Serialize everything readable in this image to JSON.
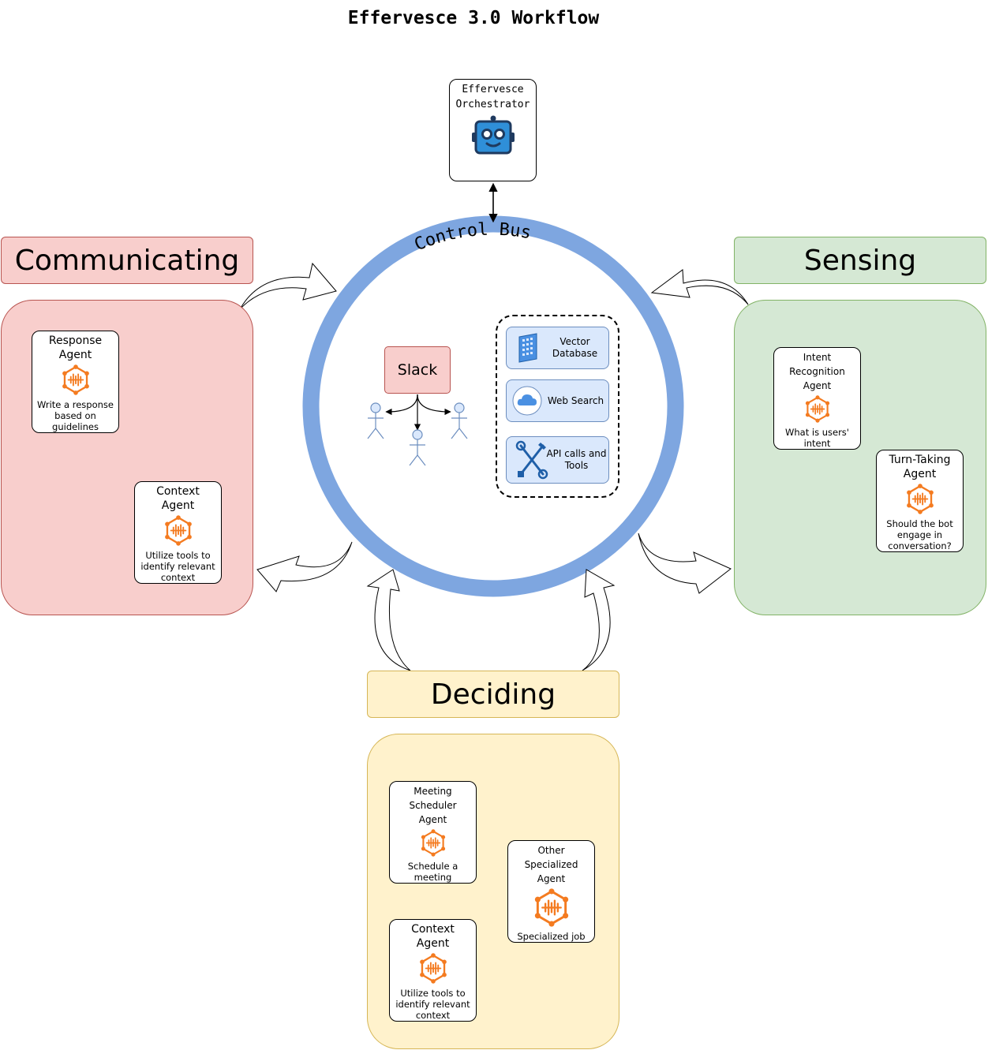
{
  "title": "Effervesce 3.0 Workflow",
  "orchestrator": {
    "line1": "Effervesce",
    "line2": "Orchestrator",
    "icon": "robot-icon"
  },
  "control_bus": {
    "label": "Control  Bus"
  },
  "center": {
    "slack_label": "Slack",
    "tools": [
      {
        "label_line1": "Vector",
        "label_line2": "Database",
        "icon": "database-icon"
      },
      {
        "label_line1": "Web Search",
        "label_line2": "",
        "icon": "cloud-icon"
      },
      {
        "label_line1": "API calls and",
        "label_line2": "Tools",
        "icon": "tools-icon"
      }
    ]
  },
  "sections": {
    "communicating": {
      "title": "Communicating",
      "agents": [
        {
          "title_line1": "Response",
          "title_line2": "Agent",
          "desc_line1": "Write a response",
          "desc_line2": "based on guidelines",
          "desc_line3": ""
        },
        {
          "title_line1": "Context",
          "title_line2": "Agent",
          "desc_line1": "Utilize tools to",
          "desc_line2": "identify relevant",
          "desc_line3": "context"
        }
      ]
    },
    "sensing": {
      "title": "Sensing",
      "agents": [
        {
          "title_line1": "Intent Recognition",
          "title_line2": "Agent",
          "desc_line1": "What is users'",
          "desc_line2": "intent",
          "desc_line3": ""
        },
        {
          "title_line1": "Turn-Taking",
          "title_line2": "Agent",
          "desc_line1": "Should the bot",
          "desc_line2": "engage in",
          "desc_line3": "conversation?"
        }
      ]
    },
    "deciding": {
      "title": "Deciding",
      "agents": [
        {
          "title_line1": "Meeting Scheduler",
          "title_line2": "Agent",
          "desc_line1": "Schedule a",
          "desc_line2": "meeting",
          "desc_line3": ""
        },
        {
          "title_line1": "Context",
          "title_line2": "Agent",
          "desc_line1": "Utilize tools to",
          "desc_line2": "identify relevant",
          "desc_line3": "context"
        },
        {
          "title_line1": "Other Specialized",
          "title_line2": "Agent",
          "desc_line1": "Specialized job",
          "desc_line2": "",
          "desc_line3": ""
        }
      ]
    }
  },
  "colors": {
    "communicating": "#f8cecc",
    "sensing": "#d5e8d4",
    "deciding": "#fff2cc",
    "control_bus": "#7ea6e0",
    "agent_icon": "#f47b20",
    "tool_fill": "#dae8fc"
  }
}
